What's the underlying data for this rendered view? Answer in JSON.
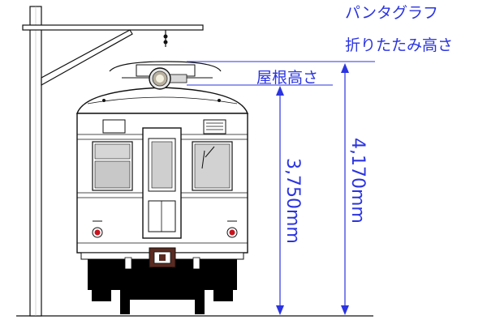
{
  "labels": {
    "pantograph_line1": "パンタグラフ",
    "pantograph_line2": "折りたたみ高さ",
    "roof_height": "屋根高さ",
    "roof_height_value": "3,750mm",
    "pantograph_height_value": "4,170mm"
  },
  "colors": {
    "dimension": "#2b34e0",
    "outline": "#111111",
    "body": "#ffffff",
    "undercarriage": "#000000",
    "coupler": "#5a2a20",
    "tail_light": "#c8141e"
  }
}
